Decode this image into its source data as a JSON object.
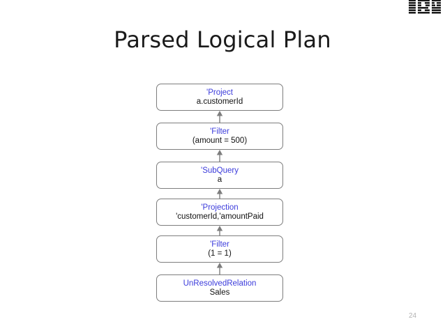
{
  "slide": {
    "title": "Parsed Logical Plan",
    "page_number": "24",
    "brand_logo": "ibm-logo",
    "colors": {
      "operator_blue": "#3b3bdb",
      "detail_black": "#111111",
      "node_border_gray": "#7d7d7d",
      "connector_gray": "#7d7d7d",
      "page_number_gray": "#b2b2b2",
      "background": "#ffffff"
    }
  },
  "diagram": {
    "type": "vertical-flow",
    "direction": "bottom-to-top",
    "connector_icon": "arrow-up-icon",
    "nodes": [
      {
        "operator": "'Project",
        "detail": "a.customerId"
      },
      {
        "operator": "'Filter",
        "detail": "(amount = 500)"
      },
      {
        "operator": "'SubQuery",
        "detail": "a"
      },
      {
        "operator": "'Projection",
        "detail": "'customerId,'amountPaid"
      },
      {
        "operator": "'Filter",
        "detail": "(1 = 1)"
      },
      {
        "operator": "UnResolvedRelation",
        "detail": "Sales"
      }
    ]
  }
}
